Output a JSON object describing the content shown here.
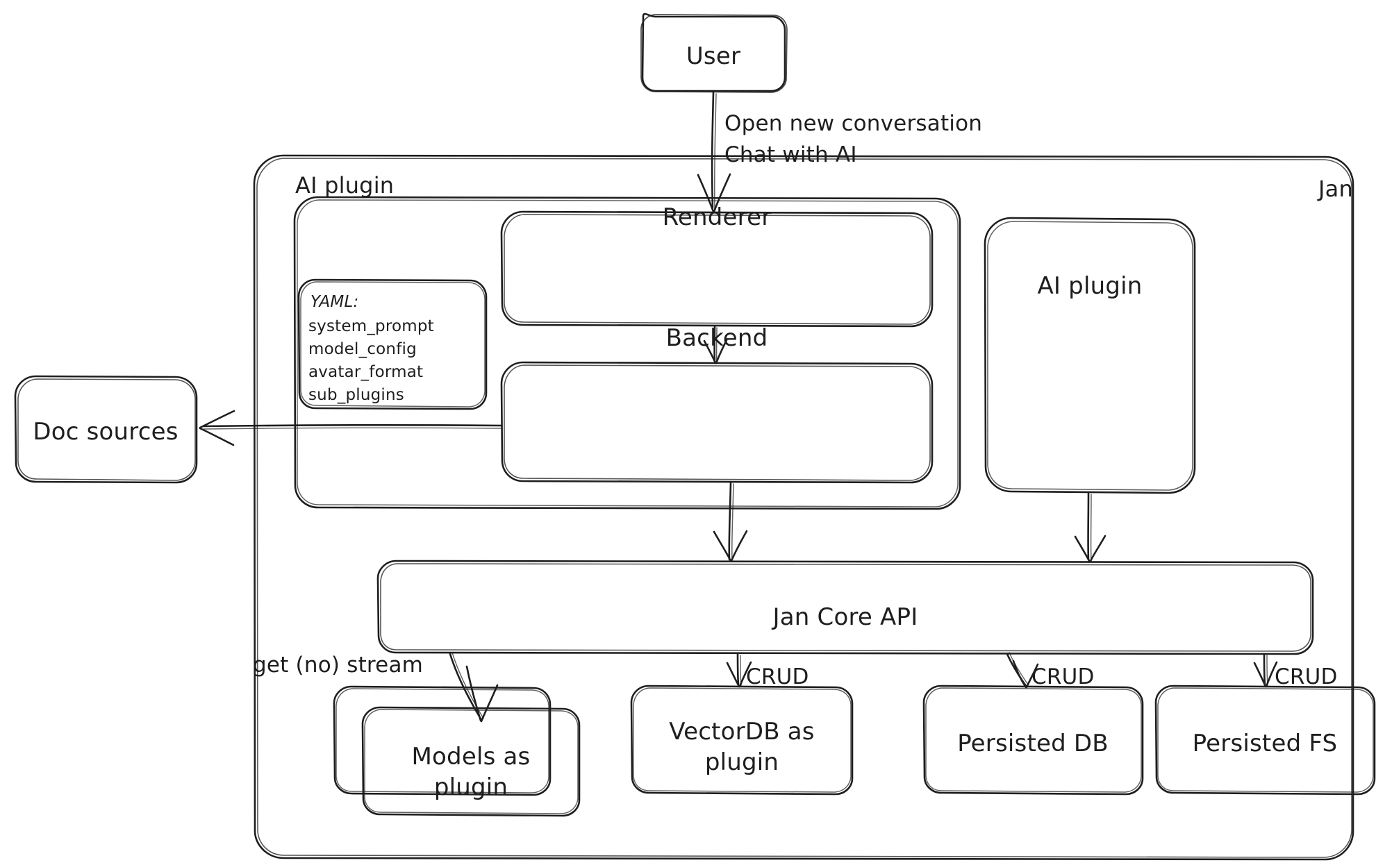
{
  "diagram": {
    "title": "Jan architecture",
    "style": "hand-drawn",
    "stroke_color": "#1e1e1e",
    "fill_color": "#ffffff",
    "background": "#ffffff"
  },
  "nodes": {
    "user": {
      "label": "User"
    },
    "jan_container": {
      "label": "Jan"
    },
    "ai_plugin_group": {
      "label": "AI plugin"
    },
    "renderer": {
      "label": "Renderer"
    },
    "backend": {
      "label": "Backend"
    },
    "ai_plugin_box": {
      "label": "AI plugin"
    },
    "jan_core_api": {
      "label": "Jan Core API"
    },
    "doc_sources": {
      "label": "Doc sources"
    },
    "models_plugin": {
      "label_line1": "Models as",
      "label_line2": "plugin"
    },
    "vectordb_plugin": {
      "label_line1": "VectorDB as",
      "label_line2": "plugin"
    },
    "persisted_db": {
      "label": "Persisted DB"
    },
    "persisted_fs": {
      "label": "Persisted FS"
    }
  },
  "yaml_box": {
    "title": "YAML:",
    "items": [
      "system_prompt",
      "model_config",
      "avatar_format",
      "sub_plugins"
    ]
  },
  "edge_labels": {
    "user_to_renderer_line1": "Open new conversation",
    "user_to_renderer_line2": "Chat with AI",
    "core_to_models": "get (no) stream",
    "core_to_vectordb": "CRUD",
    "core_to_persisted_db": "CRUD",
    "core_to_persisted_fs": "CRUD"
  }
}
